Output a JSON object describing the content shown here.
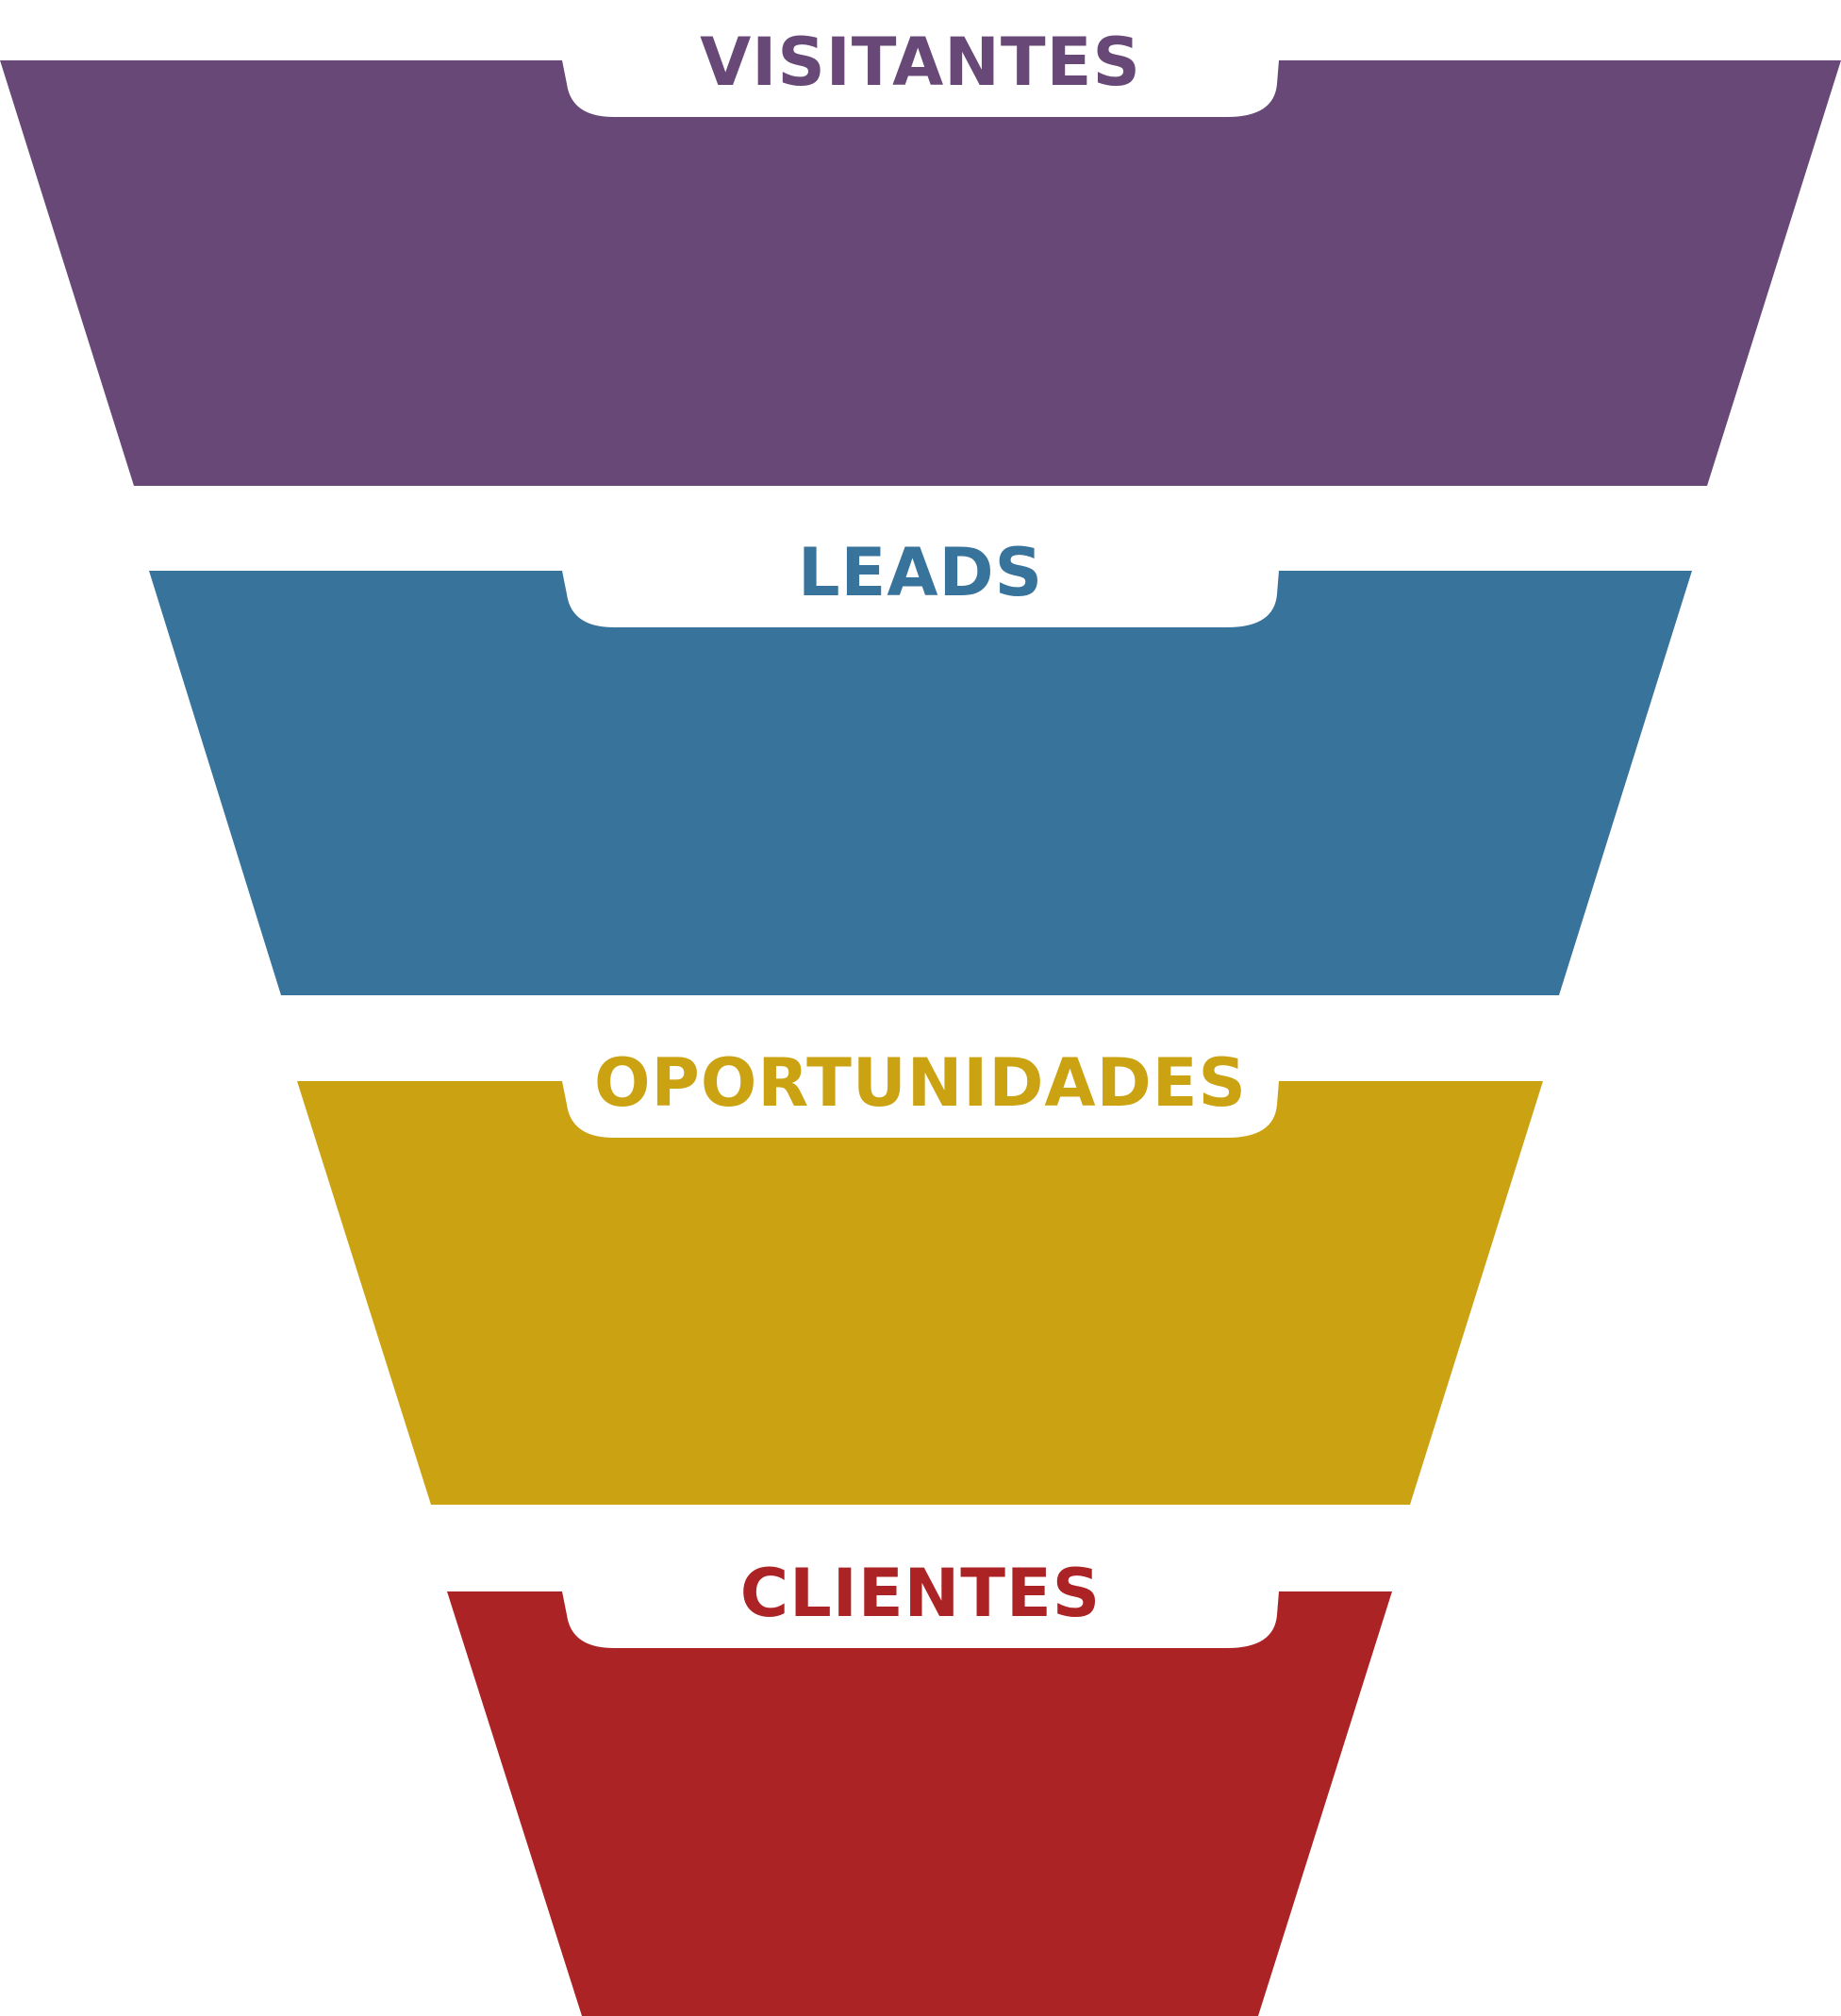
{
  "funnel": {
    "stages": [
      {
        "label": "VISITANTES",
        "color": "#674876"
      },
      {
        "label": "LEADS",
        "color": "#38739b"
      },
      {
        "label": "OPORTUNIDADES",
        "color": "#cba212"
      },
      {
        "label": "CLIENTES",
        "color": "#ab2325"
      }
    ]
  }
}
